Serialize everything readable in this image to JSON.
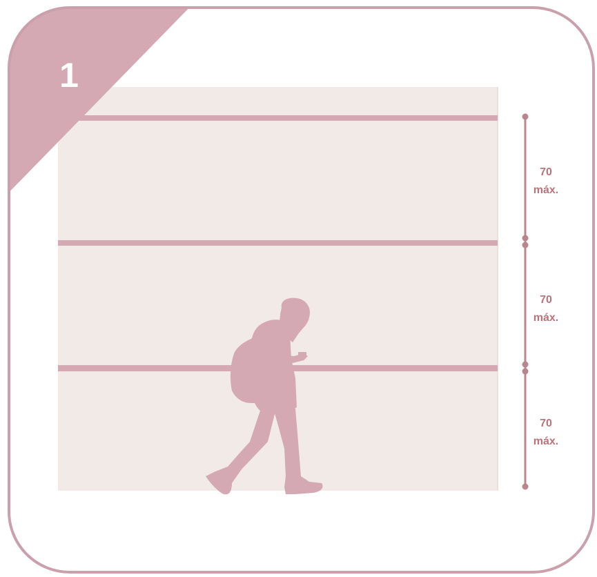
{
  "step": {
    "number": "1"
  },
  "dimensions": [
    {
      "value": "70",
      "unit": "máx."
    },
    {
      "value": "70",
      "unit": "máx."
    },
    {
      "value": "70",
      "unit": "máx."
    }
  ],
  "icons": {
    "person": "walking-person-with-backpack-and-phone-icon"
  },
  "colors": {
    "accent": "#d4a9b3",
    "card_border": "#c9a0ab",
    "wall": "#f1eae6",
    "dimension_line": "#b9868e",
    "label_text": "#b9747b",
    "number_text": "#ffffff",
    "background": "#ffffff"
  }
}
